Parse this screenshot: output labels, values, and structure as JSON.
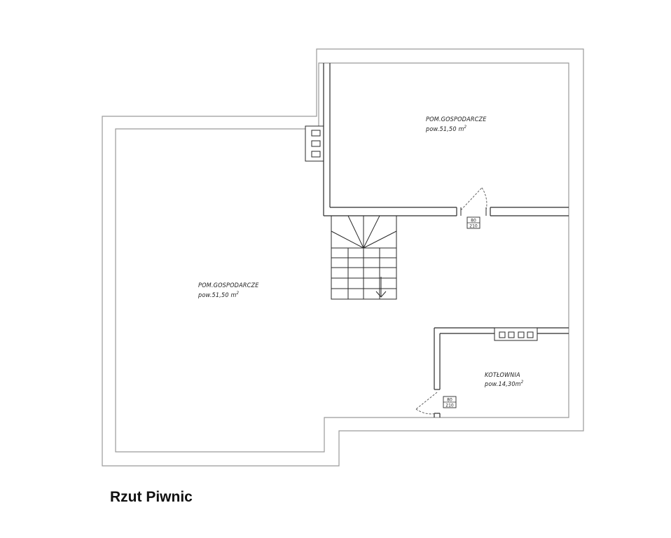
{
  "drawing": {
    "title": "Rzut Piwnic"
  },
  "rooms": [
    {
      "id": "left",
      "name": "POM.GOSPODARCZE",
      "area_text": "pow.51,50  m",
      "unit_sup": "2"
    },
    {
      "id": "upper-right",
      "name": "POM.GOSPODARCZE",
      "area_text": "pow.51,50  m",
      "unit_sup": "2"
    },
    {
      "id": "boiler",
      "name": "KOTŁOWNIA",
      "area_text": "pow.14,30m",
      "unit_sup": "2"
    }
  ],
  "doors": [
    {
      "id": "upper",
      "width_label": "80",
      "height_label": "210"
    },
    {
      "id": "boiler",
      "width_label": "80",
      "height_label": "210"
    }
  ],
  "colors": {
    "wall_fill": "#ffffff",
    "wall_line": "#2a2a2a",
    "outer_line": "#9a9a9a",
    "dash": "#555555"
  }
}
